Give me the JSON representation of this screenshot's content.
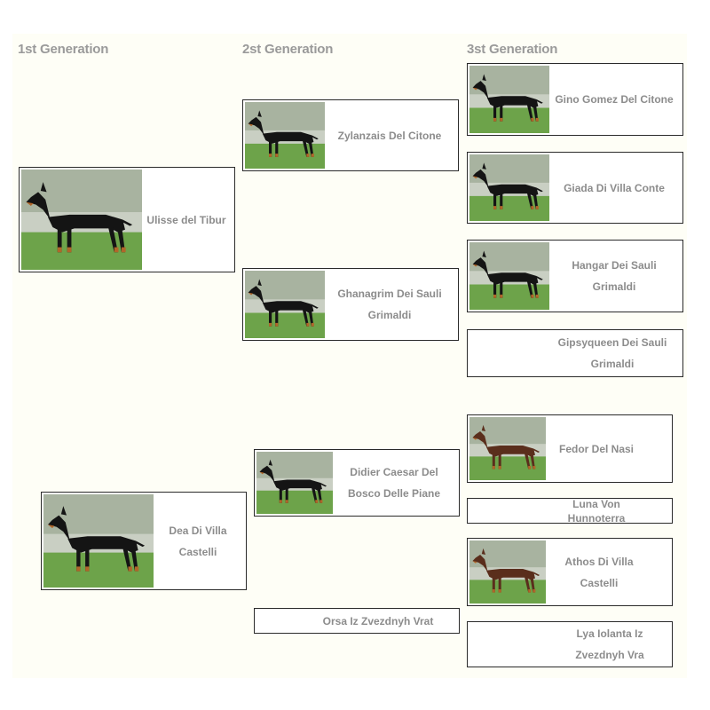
{
  "headers": {
    "gen1": "1st Generation",
    "gen2": "2st Generation",
    "gen3": "3st Generation"
  },
  "colors": {
    "panel": "#fefef6",
    "header_text": "#9a9a9a",
    "name_text": "#8c8c8c",
    "border": "#2a2a2a",
    "grass": "#6da34a",
    "dog_black": "#141414",
    "dog_tan": "#b0662a",
    "dog_brown": "#5a2e1c"
  },
  "gen1": [
    {
      "name": "Ulisse del Tibur",
      "photo": "doberman-black-photo"
    },
    {
      "name": "Dea Di Villa Castelli",
      "photo": "doberman-black-photo"
    }
  ],
  "gen2": [
    {
      "name": "Zylanzais Del Citone",
      "photo": "doberman-black-photo"
    },
    {
      "name": "Ghanagrim Dei Sauli Grimaldi",
      "photo": "doberman-black-photo"
    },
    {
      "name": "Didier Caesar Del Bosco Delle Piane",
      "photo": "doberman-black-photo"
    },
    {
      "name": "Orsa Iz Zvezdnyh Vrat"
    }
  ],
  "gen3": [
    {
      "name": "Gino Gomez Del Citone",
      "photo": "doberman-black-photo"
    },
    {
      "name": "Giada Di Villa Conte",
      "photo": "doberman-black-photo"
    },
    {
      "name": "Hangar Dei Sauli Grimaldi",
      "photo": "doberman-black-photo"
    },
    {
      "name": "Gipsyqueen Dei Sauli Grimaldi"
    },
    {
      "name": "Fedor Del Nasi",
      "photo": "doberman-brown-photo"
    },
    {
      "name": "Luna Von Hunnoterra"
    },
    {
      "name": "Athos Di Villa Castelli",
      "photo": "doberman-brown-photo"
    },
    {
      "name": "Lya Iolanta Iz Zvezdnyh Vra"
    }
  ]
}
